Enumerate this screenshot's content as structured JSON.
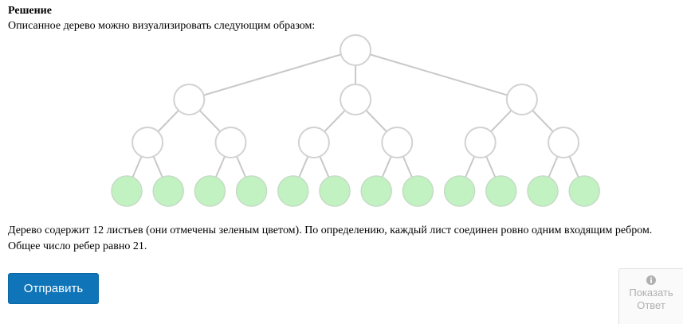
{
  "solution": {
    "heading": "Решение",
    "intro": "Описанное дерево можно визуализировать следующим образом:",
    "explanation": "Дерево содержит 12 листьев (они отмечены зеленым цветом). По определению, каждый лист соединен ровно одним входящим ребром. Общее число ребер равно 21."
  },
  "tree": {
    "branching": [
      3,
      2,
      2
    ],
    "leaf_count": 12,
    "leaf_color": "#c2f2c2",
    "node_color": "#ffffff"
  },
  "actions": {
    "submit_label": "Отправить",
    "show_answer_label": "Показать Ответ",
    "show_answer_icon": "info-circle-icon"
  },
  "colors": {
    "submit_bg": "#0f74b8",
    "submit_text": "#ffffff",
    "disabled_text": "#b0b0b0"
  }
}
